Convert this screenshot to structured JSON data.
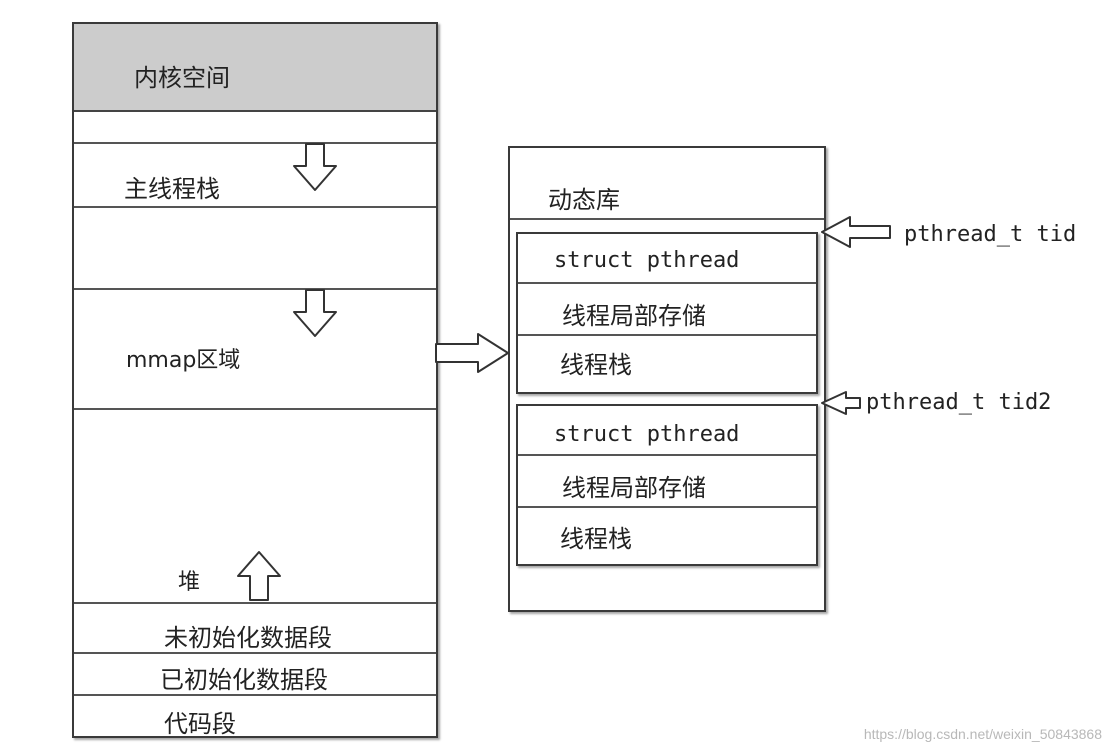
{
  "memory": {
    "kernel_space": "内核空间",
    "main_thread_stack": "主线程栈",
    "mmap_region": "mmap区域",
    "heap": "堆",
    "bss": "未初始化数据段",
    "data": "已初始化数据段",
    "text": "代码段"
  },
  "lib": {
    "title": "动态库",
    "threads": [
      {
        "struct": "struct pthread",
        "tls": "线程局部存储",
        "stack": "线程栈",
        "pointer": "pthread_t tid"
      },
      {
        "struct": "struct pthread",
        "tls": "线程局部存储",
        "stack": "线程栈",
        "pointer": "pthread_t tid2"
      }
    ]
  },
  "watermark": "https://blog.csdn.net/weixin_50843868",
  "colors": {
    "kernel_fill": "#cccccc",
    "line": "#3a3a3a"
  }
}
